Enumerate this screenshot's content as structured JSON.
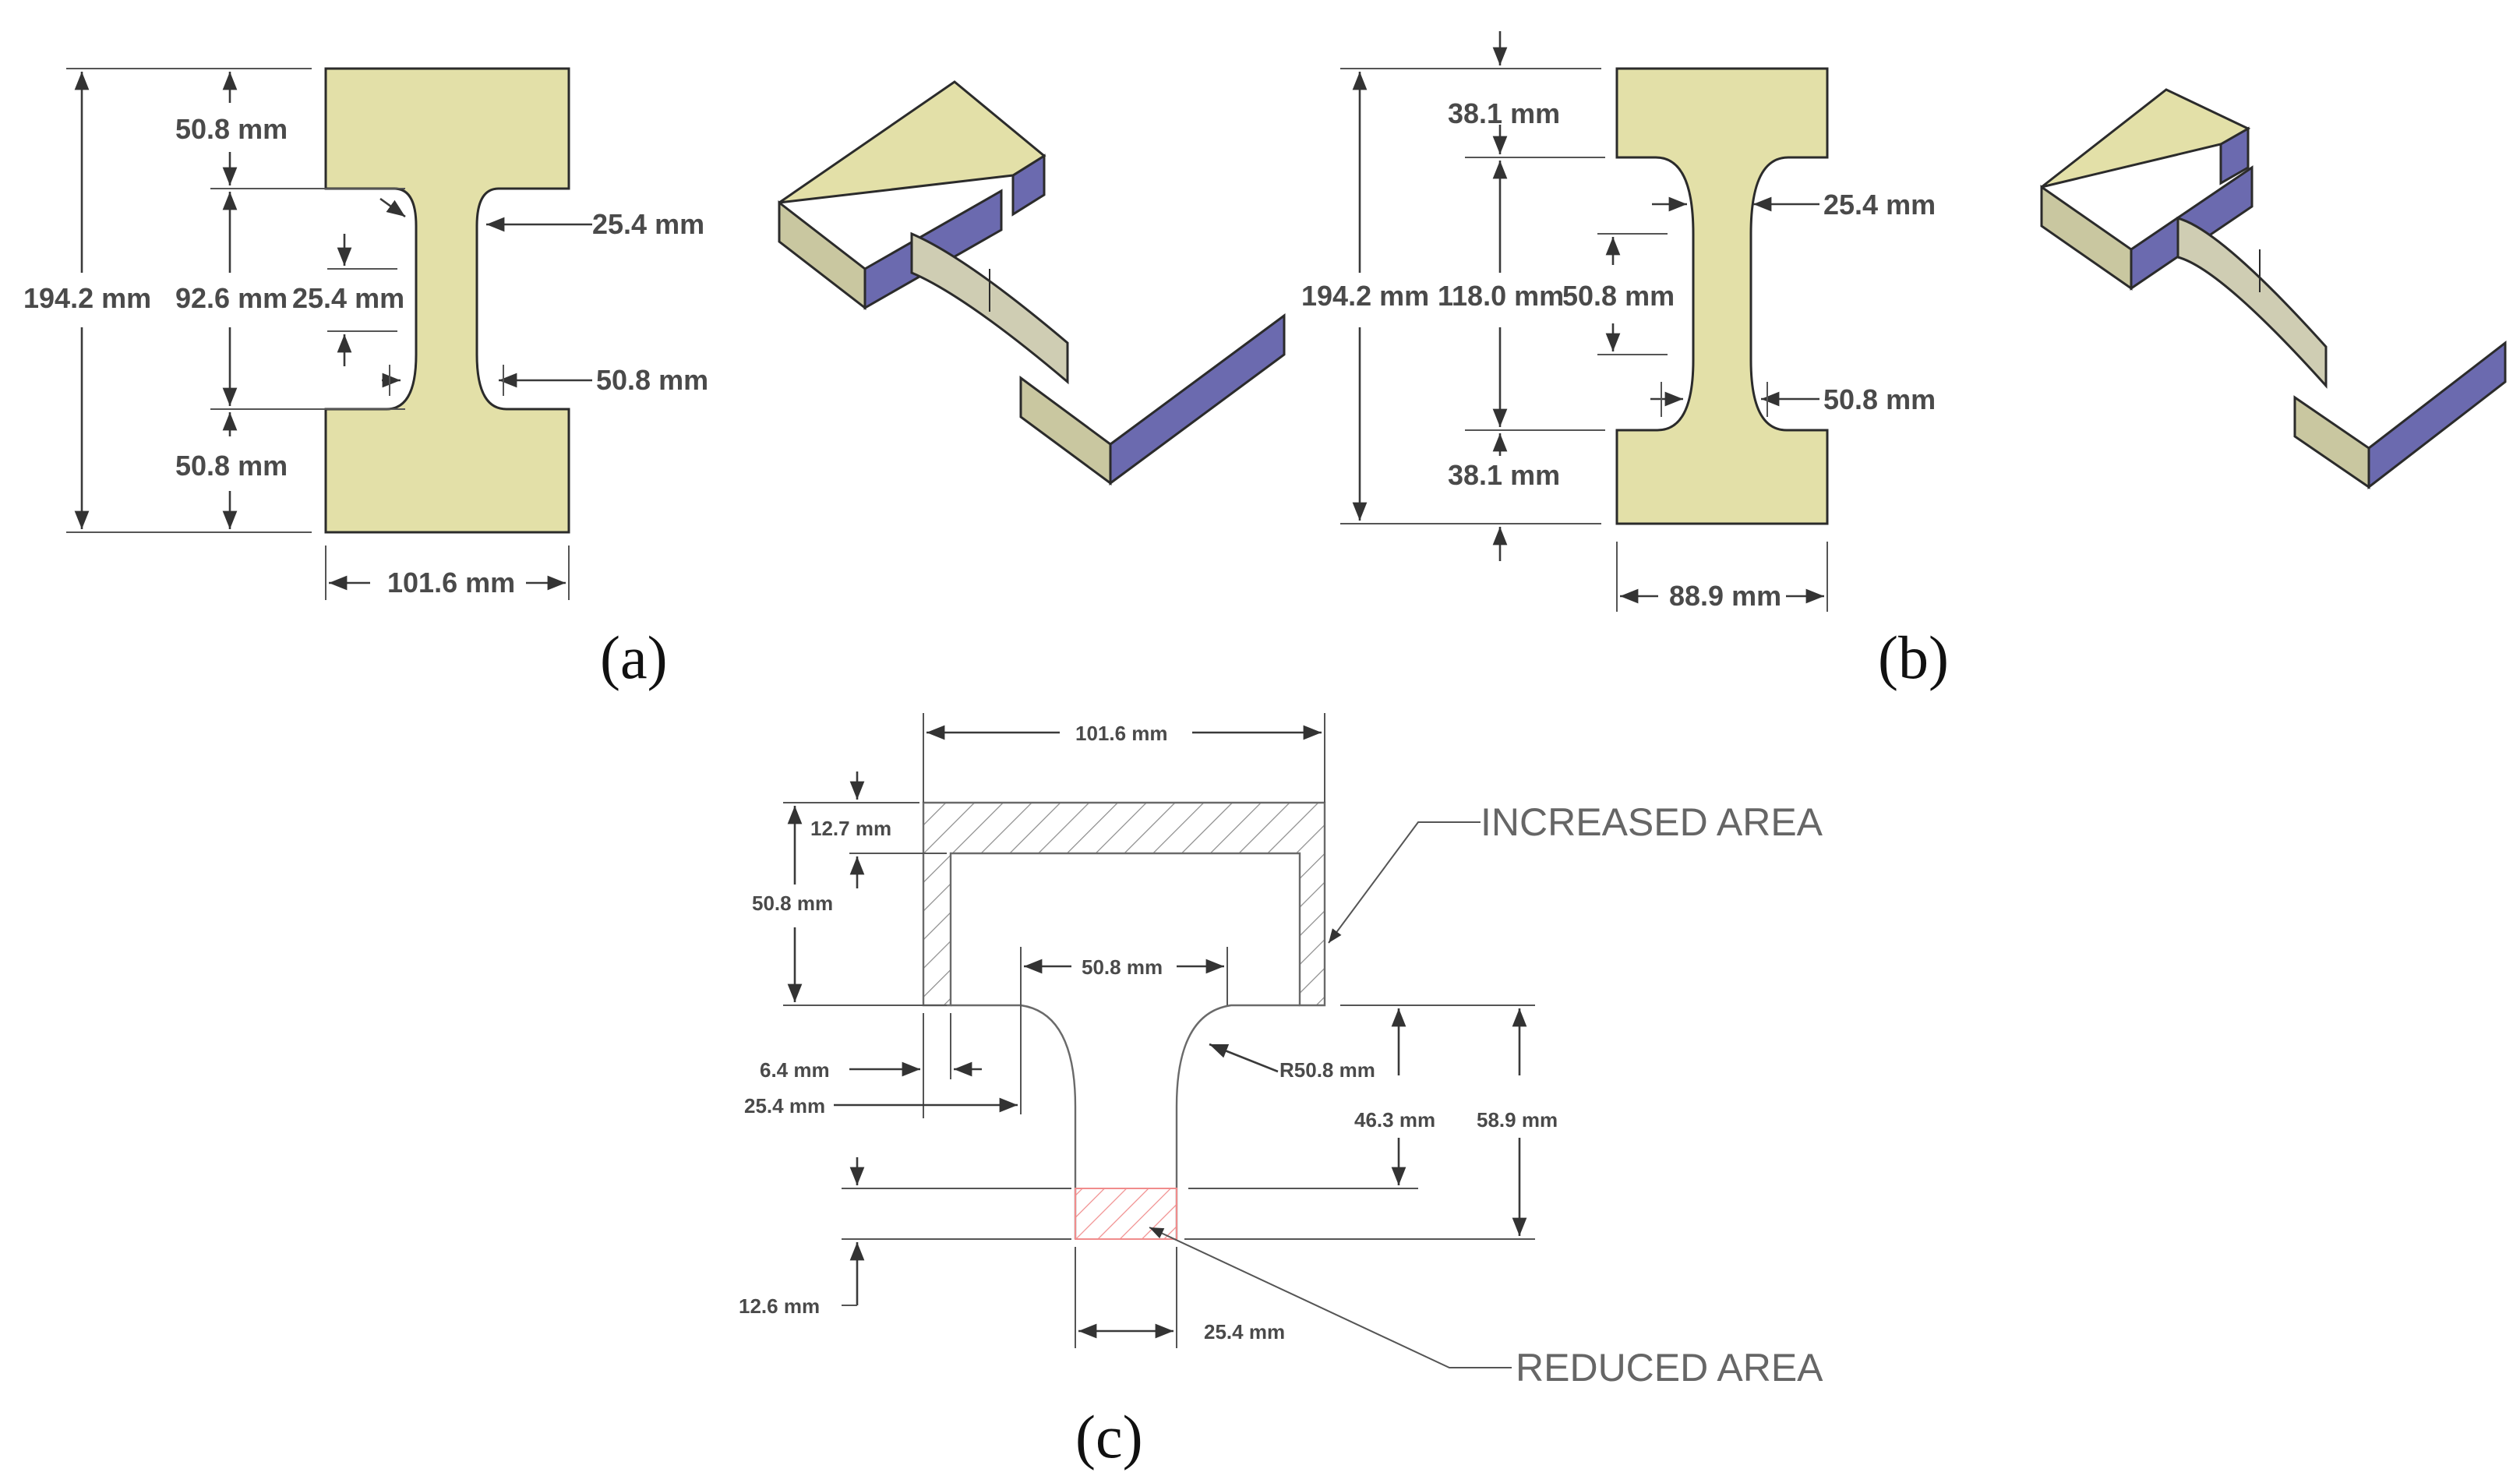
{
  "colors": {
    "part_face": "#e3e0a8",
    "part_side": "#c9c7a0",
    "part_dark": "#6b6aaf",
    "part_edge": "#2b2b2b",
    "dim_text": "#4a4a4a",
    "hatch": "#909090",
    "hatch_red": "#f08c8c"
  },
  "panel_a": {
    "caption": "(a)",
    "overall_height": "194.2 mm",
    "top_tab_height": "50.8 mm",
    "gauge_length": "92.6 mm",
    "bottom_tab_height": "50.8 mm",
    "neck_width": "25.4 mm",
    "fillet_right_top": "25.4 mm",
    "fillet_right_bottom": "50.8 mm",
    "overall_width": "101.6 mm"
  },
  "panel_b": {
    "caption": "(b)",
    "overall_height": "194.2 mm",
    "top_tab_height": "38.1 mm",
    "gauge_length": "118.0 mm",
    "neck_width": "50.8 mm",
    "bottom_tab_height": "38.1 mm",
    "fillet_right_top": "25.4 mm",
    "fillet_right_bottom": "50.8 mm",
    "overall_width": "88.9 mm"
  },
  "panel_c": {
    "caption": "(c)",
    "top_width": "101.6 mm",
    "wall_thickness": "12.7 mm",
    "head_height": "50.8 mm",
    "inner_width": "50.8 mm",
    "offset_small": "6.4 mm",
    "offset_large": "25.4 mm",
    "radius": "R50.8 mm",
    "taper_height": "46.3 mm",
    "total_height": "58.9 mm",
    "reduced_height": "12.6 mm",
    "neck_width": "25.4 mm",
    "label_increased": "INCREASED AREA",
    "label_reduced": "REDUCED AREA"
  }
}
